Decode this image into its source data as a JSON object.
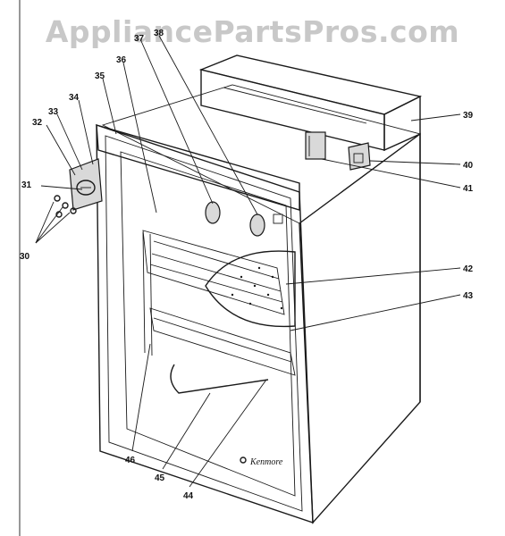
{
  "watermark": "AppliancePartsPros.com",
  "brand_mark": "Kenmore",
  "callouts": [
    "30",
    "31",
    "32",
    "33",
    "34",
    "35",
    "36",
    "37",
    "38",
    "39",
    "40",
    "41",
    "42",
    "43",
    "44",
    "45",
    "46"
  ]
}
